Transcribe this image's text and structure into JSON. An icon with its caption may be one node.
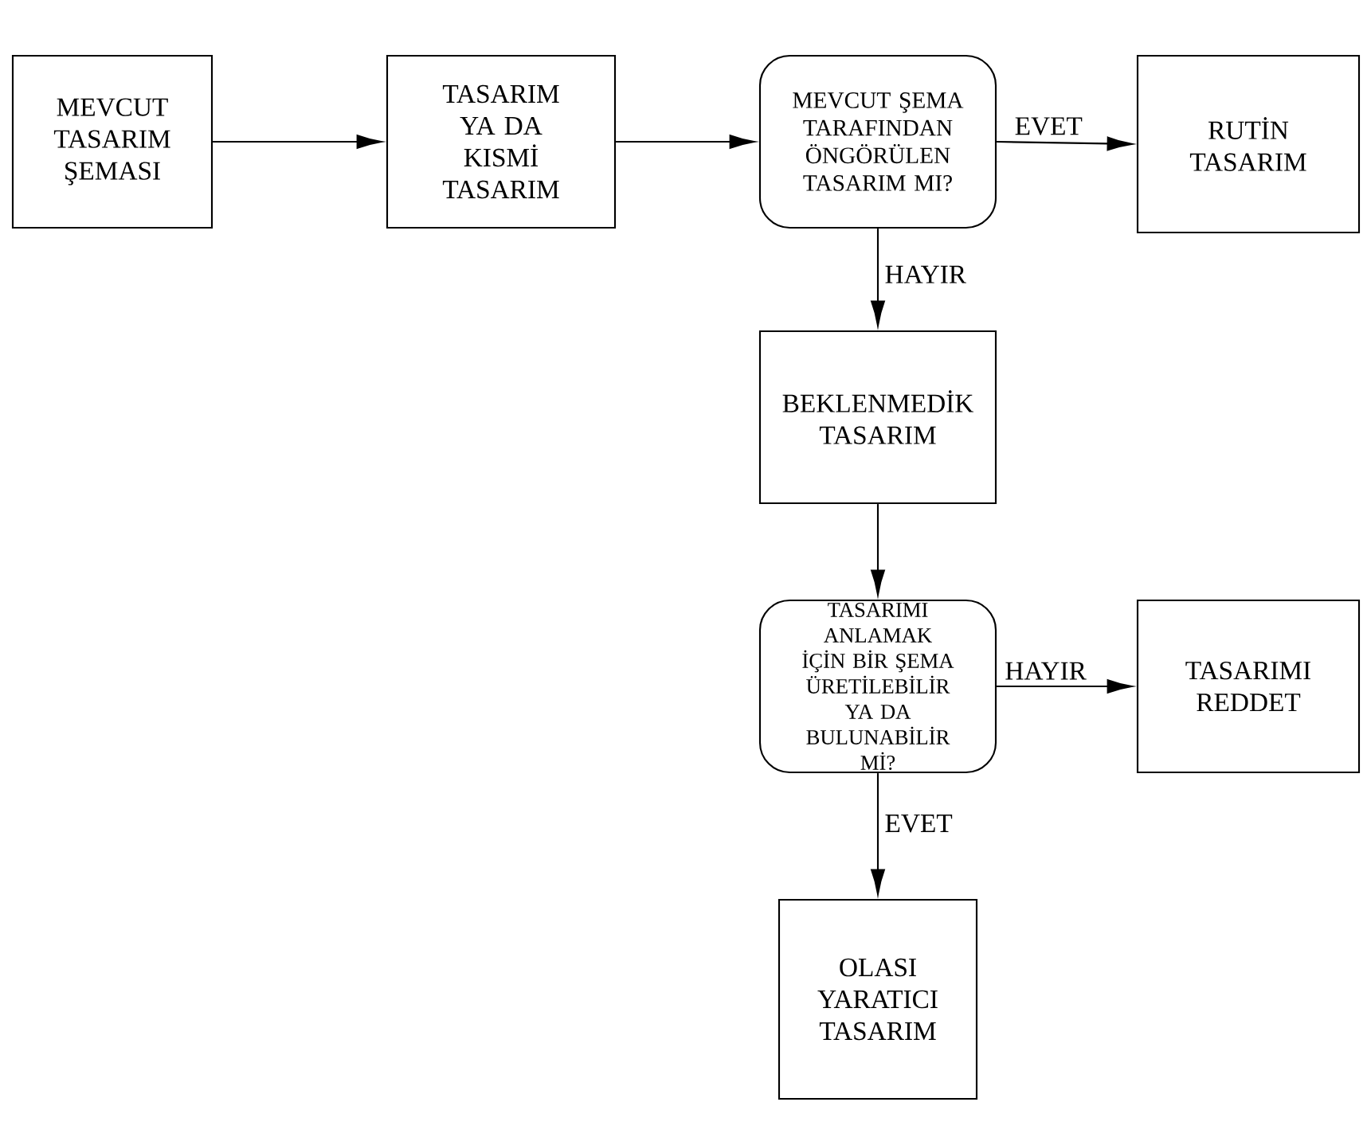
{
  "diagram": {
    "nodes": [
      {
        "text": [
          "MEVCUT TASARIM ŞEMASI"
        ]
      },
      {
        "text": [
          "TASARIM YA DA KISMİ TASARIM"
        ]
      },
      {
        "text": [
          "MEVCUT ŞEMA TARAFINDAN ÖNGÖRÜLEN TASARIM MI?"
        ]
      },
      {
        "text": [
          "RUTİN TASARIM"
        ]
      },
      {
        "text": [
          "BEKLENMEDİK TASARIM"
        ]
      },
      {
        "text": [
          "TASARIMI ANLAMAK İÇİN BİR ŞEMA ÜRETİLEBİLİR YA DA BULUNABİLİR Mİ?"
        ]
      },
      {
        "text": [
          "TASARIMI REDDET"
        ]
      },
      {
        "text": [
          "OLASI YARATICI TASARIM"
        ]
      }
    ],
    "edges": [
      {
        "from": 0,
        "to": 1,
        "arrow": "to"
      },
      {
        "from": 1,
        "to": 2,
        "arrow": "to"
      },
      {
        "from": 2,
        "to": 3,
        "arrow": "to",
        "label": "EVET"
      },
      {
        "from": 2,
        "to": 4,
        "arrow": "to",
        "label": "HAYIR"
      },
      {
        "from": 4,
        "to": 5,
        "arrow": "to"
      },
      {
        "from": 5,
        "to": 6,
        "arrow": "to",
        "label": "HAYIR"
      },
      {
        "from": 5,
        "to": 7,
        "arrow": "to",
        "label": "EVET"
      }
    ]
  }
}
